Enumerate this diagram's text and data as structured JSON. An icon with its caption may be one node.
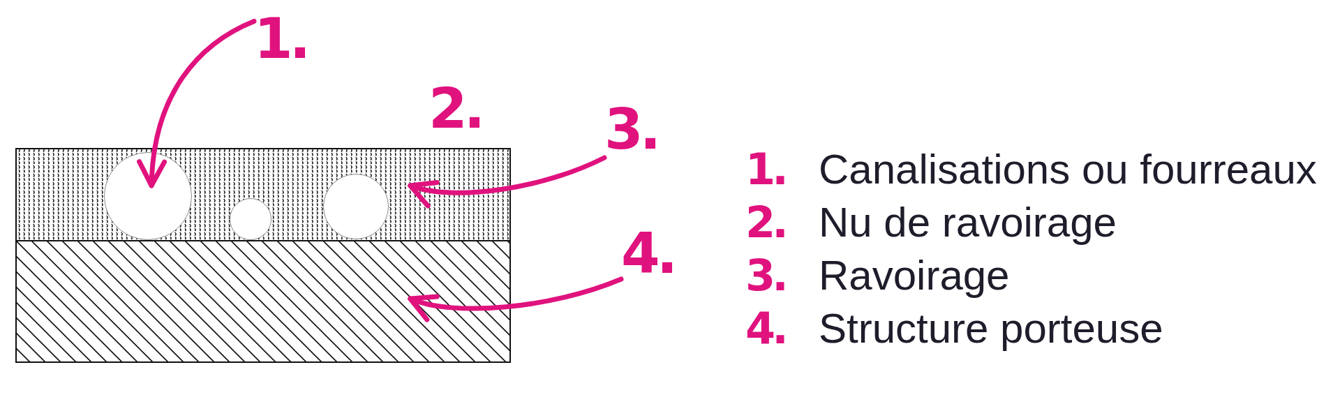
{
  "diagram": {
    "nodes": [
      {
        "text": [
          "1."
        ]
      },
      {
        "text": [
          "3."
        ]
      },
      {
        "text": [
          "4."
        ]
      },
      {
        "text": [],
        "shape": "box"
      },
      {
        "text": [],
        "shape": "circle",
        "in": 3
      },
      {
        "text": [],
        "shape": "circle",
        "in": 3
      },
      {
        "text": [],
        "shape": "circle",
        "in": 3
      },
      {
        "text": [],
        "shape": "box"
      }
    ],
    "edges": [
      {
        "from": 0,
        "to": 4,
        "arrow": "to"
      },
      {
        "from": 1,
        "to": 3,
        "arrow": "to"
      },
      {
        "from": 2,
        "to": 7,
        "arrow": "to"
      }
    ],
    "labels": [
      "2.",
      "1.",
      "Canalisations ou fourreaux",
      "2.",
      "Nu de ravoirage",
      "3.",
      "Ravoirage",
      "4.",
      "Structure porteuse"
    ]
  }
}
